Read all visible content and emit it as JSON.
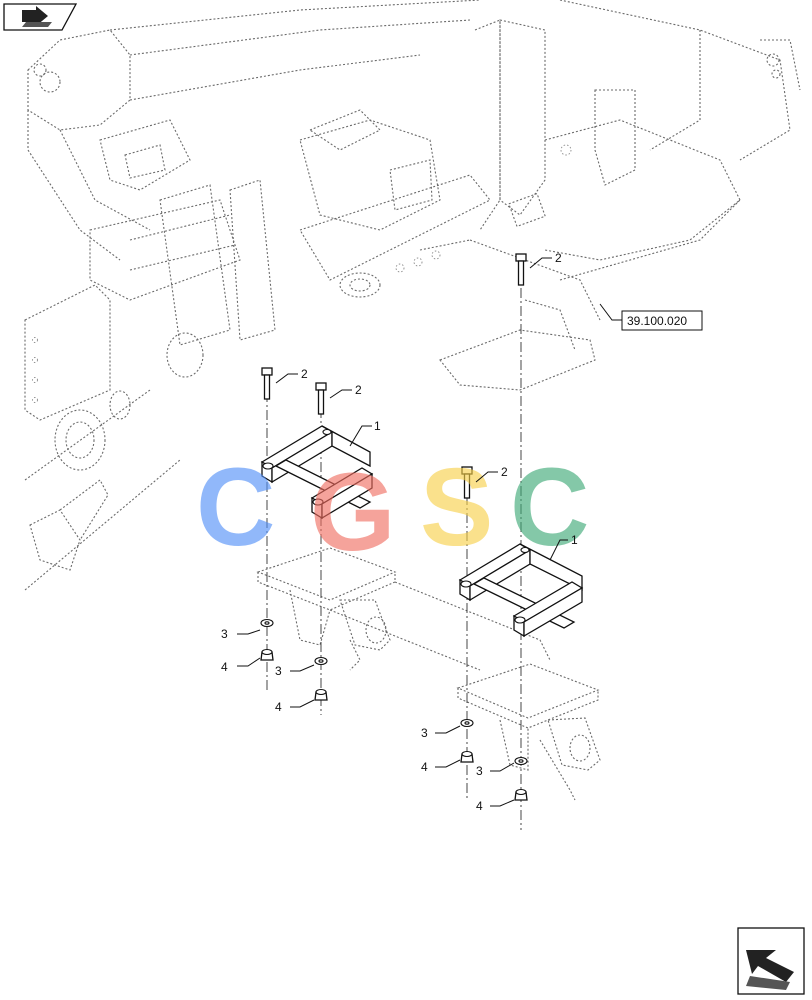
{
  "reference_label": "39.100.020",
  "callouts": {
    "item_1": "1",
    "item_2": "2",
    "item_3": "3",
    "item_4": "4"
  },
  "watermark": {
    "letters": [
      "C",
      "G",
      "S",
      "C"
    ],
    "colors": [
      "#4f8ef7",
      "#f06b5e",
      "#f7cf46",
      "#3aa874"
    ]
  },
  "icons": {
    "top_left": "book-arrow-icon",
    "bottom_right": "next-page-arrow-icon"
  }
}
